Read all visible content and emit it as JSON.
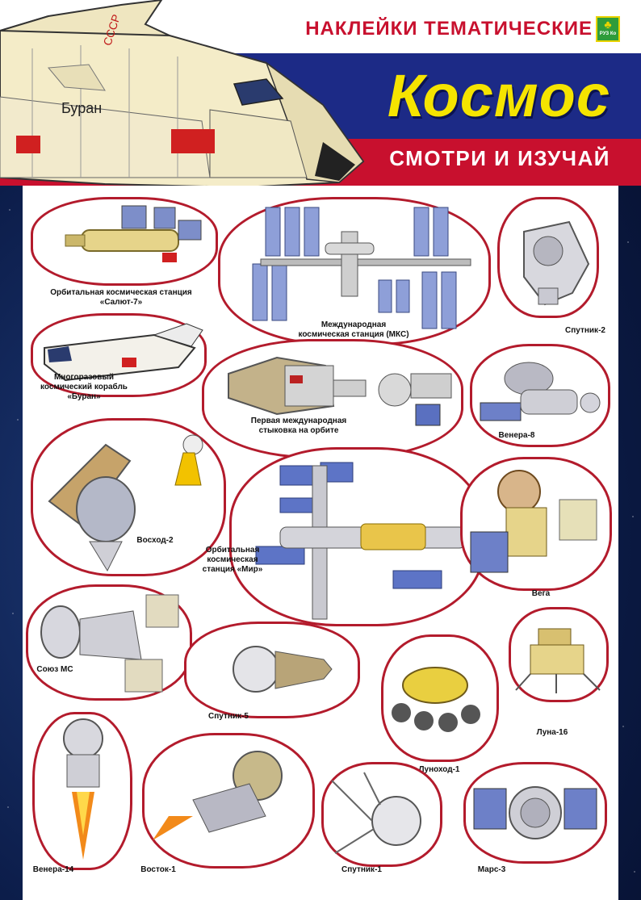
{
  "header": {
    "series": "НАКЛЕЙКИ ТЕМАТИЧЕСКИЕ",
    "title": "Космос",
    "subtitle": "СМОТРИ И ИЗУЧАЙ",
    "logo_text": "РУЗ Ко"
  },
  "hero": {
    "name": "Буран",
    "country": "СССР"
  },
  "stickers": {
    "salyut": "Орбитальная космическая станция «Салют-7»",
    "iss": "Международная космическая станция (МКС)",
    "sputnik2": "Спутник-2",
    "buran": "Многоразовый космический корабль «Буран»",
    "docking": "Первая международная стыковка на орбите",
    "venera8": "Венера-8",
    "voskhod2": "Восход-2",
    "mir": "Орбитальная космическая станция «Мир»",
    "vega": "Вега",
    "soyuz": "Союз МС",
    "sputnik5": "Спутник-5",
    "luna16": "Луна-16",
    "lunokhod": "Луноход-1",
    "venera14": "Венера-14",
    "vostok1": "Восток-1",
    "sputnik1": "Спутник-1",
    "mars3": "Марс-3"
  },
  "colors": {
    "red": "#c8102e",
    "blue": "#1c2a86",
    "yellow": "#f5e400",
    "sticker_border": "#b31b2c"
  }
}
